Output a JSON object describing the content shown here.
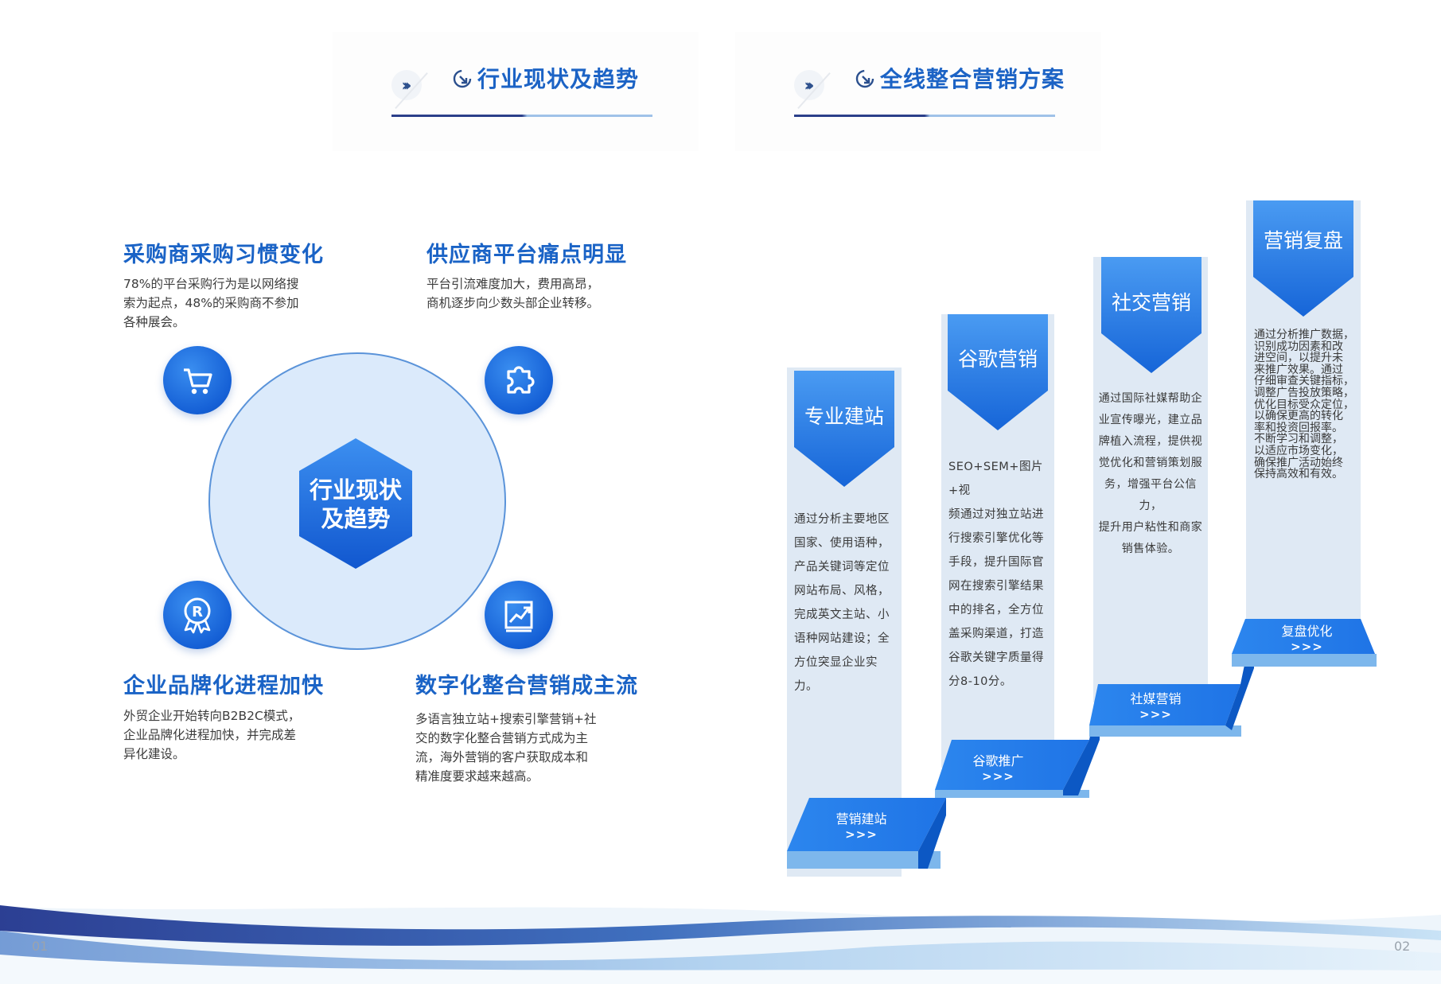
{
  "header_left": {
    "title": "行业现状及趋势"
  },
  "header_right": {
    "title": "全线整合营销方案"
  },
  "quadrant": {
    "center": {
      "line1": "行业现状",
      "line2": "及趋势"
    },
    "items": [
      {
        "title": "采购商采购习惯变化",
        "lines": [
          "78%的平台采购行为是以网络搜",
          "索为起点，48%的采购商不参加",
          "各种展会。"
        ]
      },
      {
        "title": "供应商平台痛点明显",
        "lines": [
          "平台引流难度加大，费用高昂，",
          "商机逐步向少数头部企业转移。"
        ]
      },
      {
        "title": "企业品牌化进程加快",
        "lines": [
          "外贸企业开始转向B2B2C模式，",
          "企业品牌化进程加快，并完成差",
          "异化建设。"
        ]
      },
      {
        "title": "数字化整合营销成主流",
        "lines": [
          "多语言独立站+搜索引擎营销+社",
          "交的数字化整合营销方式成为主",
          "流，海外营销的客户获取成本和",
          "精准度要求越来越高。"
        ]
      }
    ]
  },
  "stairs": {
    "panels": [
      {
        "title": "专业建站",
        "lines": [
          "通过分析主要地区",
          "国家、使用语种，",
          "产品关键词等定位",
          "网站布局、风格，",
          "完成英文主站、小",
          "语种网站建设；全",
          "方位突显企业实",
          "力。"
        ]
      },
      {
        "title": "谷歌营销",
        "lines": [
          "SEO+SEM+图片+视",
          "频通过对独立站进",
          "行搜索引擎优化等",
          "手段，提升国际官",
          "网在搜索引擎结果",
          "中的排名，全方位",
          "盖采购渠道，打造",
          "谷歌关键字质量得",
          "分8-10分。"
        ]
      },
      {
        "title": "社交营销",
        "lines": [
          "通过国际社媒帮助企",
          "业宣传曝光，建立品",
          "牌植入流程，提供视",
          "觉优化和营销策划服",
          "务，增强平台公信力，",
          "提升用户粘性和商家",
          "销售体验。"
        ]
      },
      {
        "title": "营销复盘",
        "lines": [
          "通过分析推广数据，",
          "识别成功因素和改",
          "进空间，以提升未",
          "来推广效果。通过",
          "仔细审查关键指标，",
          "调整广告投放策略，",
          "优化目标受众定位，",
          "以确保更高的转化",
          "率和投资回报率。",
          "不断学习和调整，",
          "以适应市场变化，",
          "确保推广活动始终",
          "保持高效和有效。"
        ]
      }
    ],
    "steps": [
      {
        "label": "营销建站",
        "arrows": ">>>"
      },
      {
        "label": "谷歌推广",
        "arrows": ">>>"
      },
      {
        "label": "社媒营销",
        "arrows": ">>>"
      },
      {
        "label": "复盘优化",
        "arrows": ">>>"
      }
    ]
  },
  "footer": {
    "page_left": "01",
    "page_right": "02"
  },
  "colors": {
    "accent": "#1a63c6",
    "dark_blue": "#2b3f8a",
    "panel_bg": "#dfe9f4",
    "step_blue": "#2b82ec"
  }
}
